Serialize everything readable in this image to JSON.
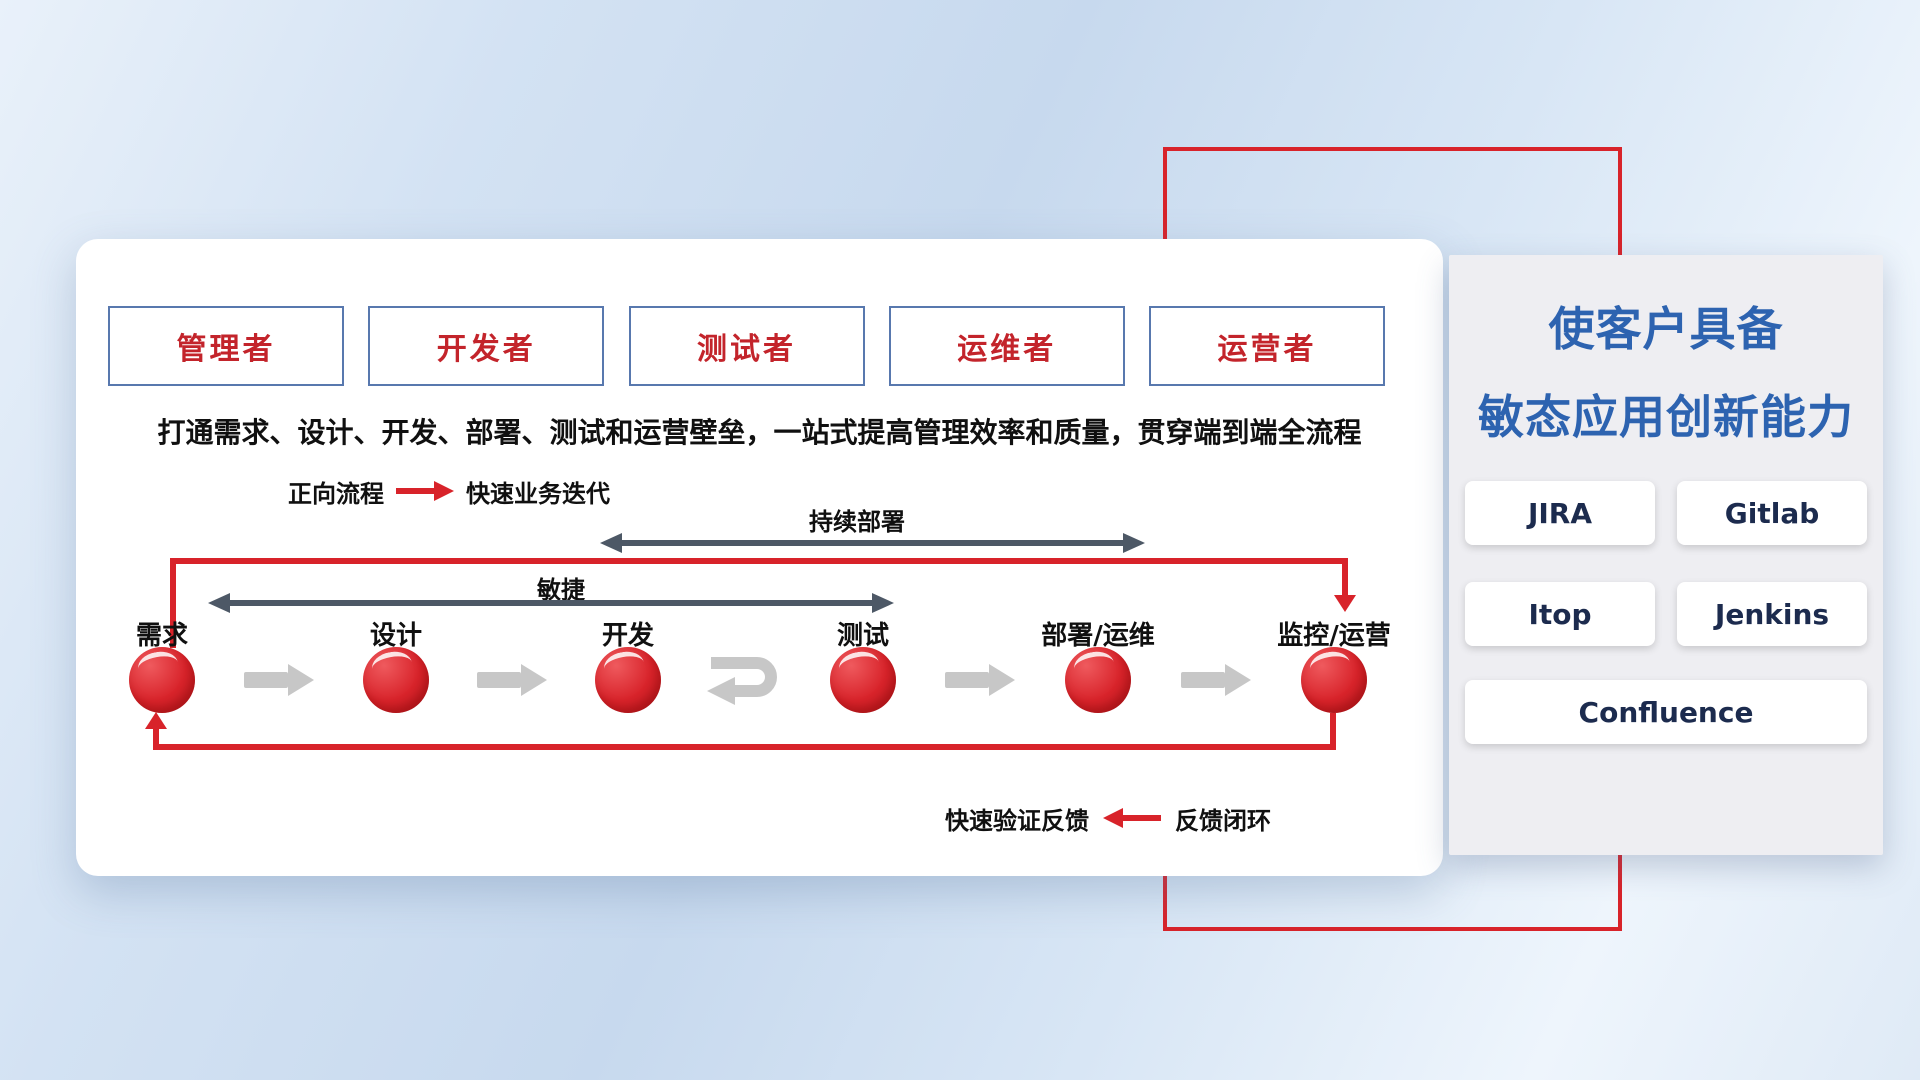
{
  "card": {
    "roles": [
      "管理者",
      "开发者",
      "测试者",
      "运维者",
      "运营者"
    ],
    "subtitle": "打通需求、设计、开发、部署、测试和运营壁垒，一站式提高管理效率和质量，贯穿端到端全流程",
    "forward_legend": {
      "label": "正向流程",
      "desc": "快速业务迭代"
    },
    "span_arrows": {
      "continuous_deployment": "持续部署",
      "agile": "敏捷"
    },
    "nodes": [
      "需求",
      "设计",
      "开发",
      "测试",
      "部署/运维",
      "监控/运营"
    ],
    "feedback_legend": {
      "label": "快速验证反馈",
      "desc": "反馈闭环"
    }
  },
  "panel": {
    "title_line1": "使客户具备",
    "title_line2": "敏态应用创新能力",
    "tools": [
      "JIRA",
      "Gitlab",
      "Itop",
      "Jenkins",
      "Confluence"
    ]
  },
  "colors": {
    "accent_red": "#d8232a",
    "role_text_red": "#c3242b",
    "role_border_blue": "#5878ae",
    "panel_title_blue": "#2d63b0",
    "tool_text_navy": "#1c2b4e",
    "slate_arrow": "#4d5866",
    "gray_arrow": "#c7c7c7"
  }
}
